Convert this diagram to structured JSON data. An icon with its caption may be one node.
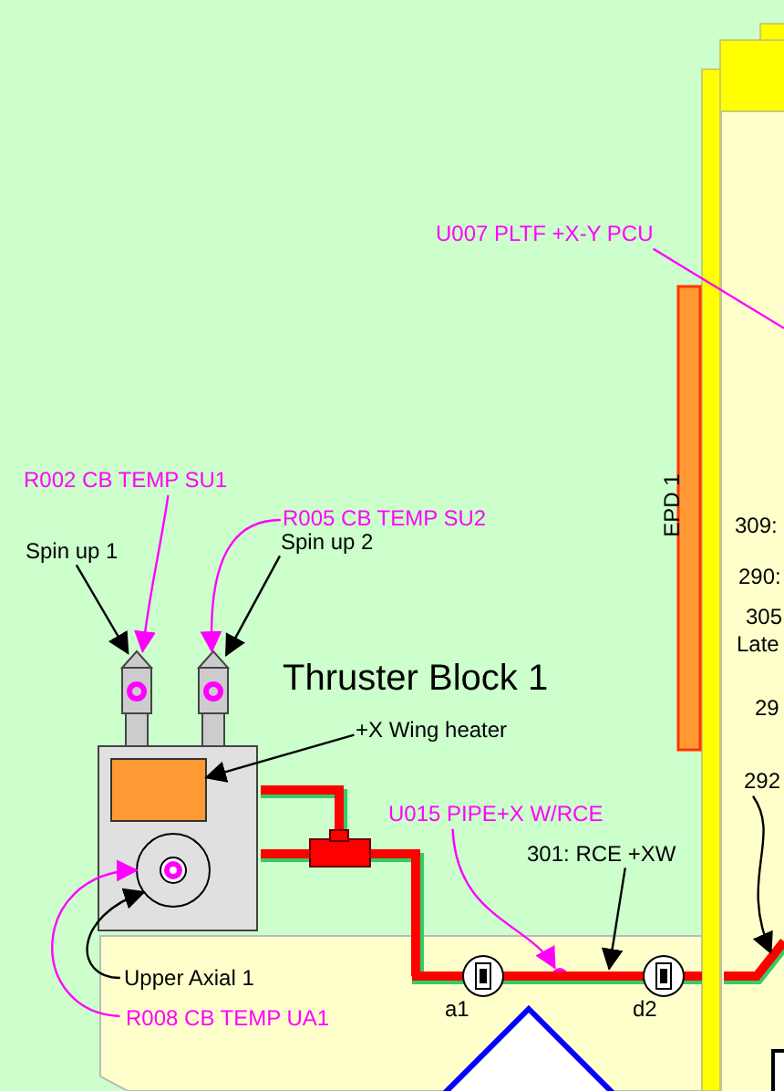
{
  "diagram": {
    "nodes": [
      {
        "text": [
          "U007 PLTF +X-Y PCU"
        ]
      },
      {
        "text": [
          "R002 CB TEMP SU1"
        ]
      },
      {
        "text": [
          "R005 CB TEMP SU2"
        ]
      },
      {
        "text": [
          "Spin up 1"
        ]
      },
      {
        "text": [
          "Spin up 2"
        ]
      },
      {
        "text": [
          "+X Wing heater"
        ]
      },
      {
        "text": [
          "U015 PIPE+X W/RCE"
        ]
      },
      {
        "text": [
          "301: RCE +XW"
        ]
      },
      {
        "text": [
          "Upper Axial 1"
        ]
      },
      {
        "text": [
          "R008 CB TEMP UA1"
        ]
      },
      {
        "text": [
          "292"
        ],
        "in": 17
      },
      {
        "text": [],
        "shape": "nozzle"
      },
      {
        "text": [],
        "shape": "nozzle"
      },
      {
        "text": [],
        "shape": "box"
      },
      {
        "text": [],
        "shape": "circle"
      },
      {
        "text": [],
        "shape": "circle"
      },
      {
        "text": [],
        "shape": "pipe"
      },
      {
        "text": [],
        "shape": "box"
      },
      {
        "text": [],
        "shape": "bar"
      },
      {
        "text": [],
        "shape": "pipe",
        "in": 17
      }
    ],
    "edges": [
      {
        "from": 0,
        "to": 17,
        "arrow": "none",
        "color": "#ff00ff"
      },
      {
        "from": 1,
        "to": 11,
        "arrow": "to",
        "color": "#ff00ff"
      },
      {
        "from": 3,
        "to": 11,
        "arrow": "to",
        "color": "#000000"
      },
      {
        "from": 2,
        "to": 12,
        "arrow": "to",
        "color": "#ff00ff"
      },
      {
        "from": 4,
        "to": 12,
        "arrow": "to",
        "color": "#000000"
      },
      {
        "from": 5,
        "to": 13,
        "arrow": "to",
        "color": "#000000"
      },
      {
        "from": 6,
        "to": 15,
        "arrow": "to",
        "color": "#ff00ff"
      },
      {
        "from": 7,
        "to": 16,
        "arrow": "to",
        "color": "#000000"
      },
      {
        "from": 8,
        "to": 14,
        "arrow": "to",
        "color": "#000000"
      },
      {
        "from": 9,
        "to": 14,
        "arrow": "to",
        "color": "#ff00ff"
      },
      {
        "from": 10,
        "to": 19,
        "arrow": "to",
        "color": "#000000"
      }
    ],
    "labels": [
      "Thruster Block 1",
      "EPD 1",
      "309:",
      "290:",
      "305",
      "Late",
      "29",
      "a1",
      "d2"
    ]
  }
}
